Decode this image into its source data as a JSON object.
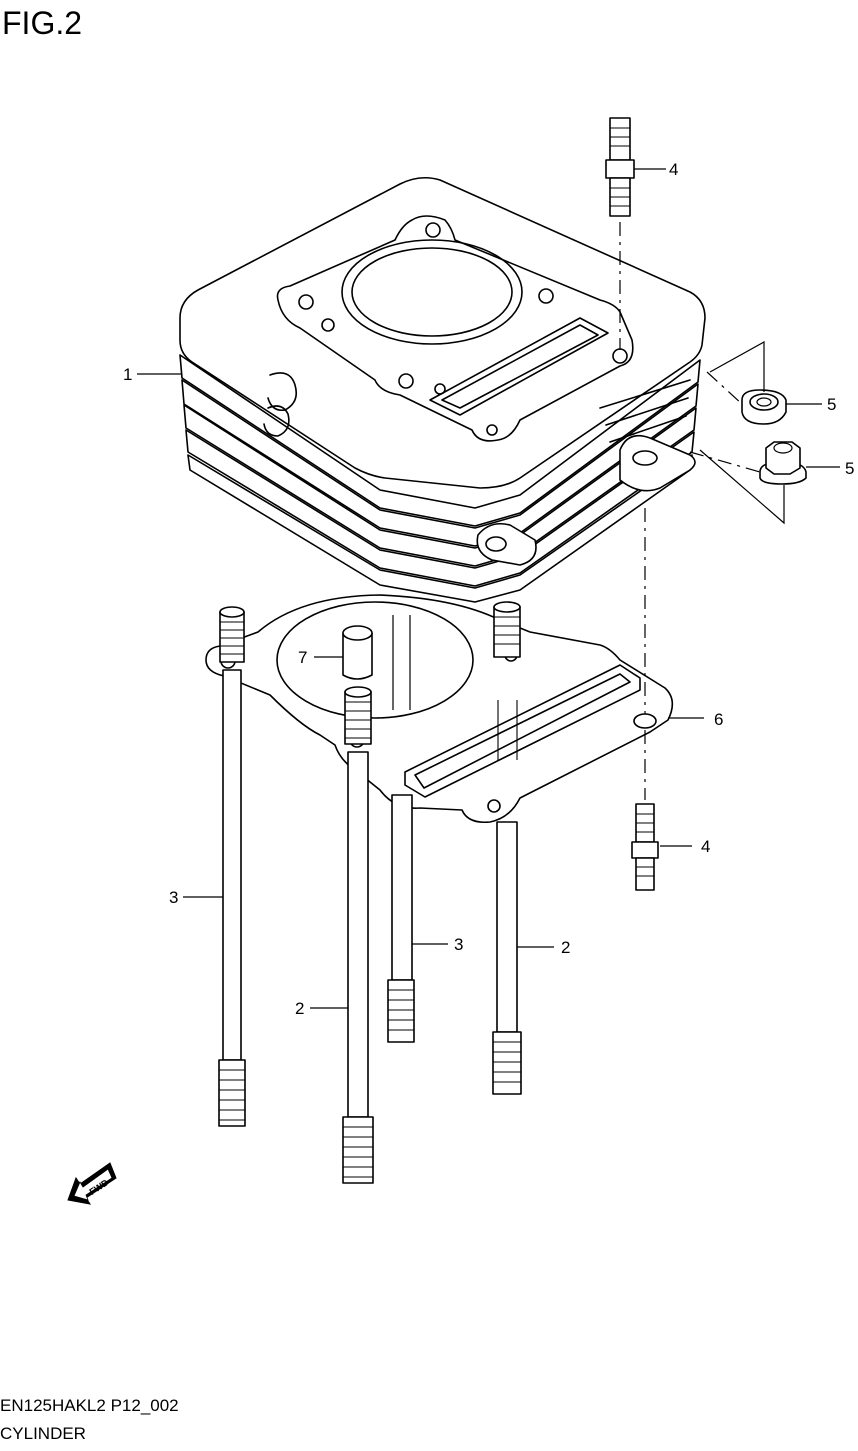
{
  "figure": {
    "title": "FIG.2"
  },
  "footer": {
    "model_code": "EN125HAKL2 P12_002",
    "section_name": "CYLINDER"
  },
  "direction_marker": {
    "label": "FWD"
  },
  "callouts": {
    "c1": "1",
    "c2a": "2",
    "c2b": "2",
    "c3a": "3",
    "c3b": "3",
    "c4a": "4",
    "c4b": "4",
    "c5a": "5",
    "c5b": "5",
    "c6": "6",
    "c7": "7"
  }
}
